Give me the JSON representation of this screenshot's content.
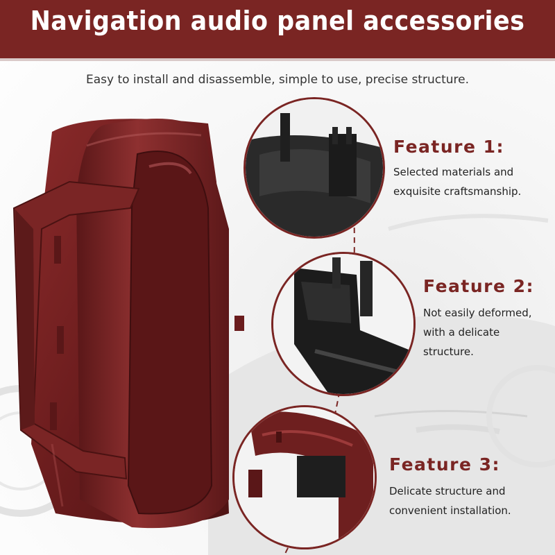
{
  "header": {
    "title": "Navigation audio panel accessories"
  },
  "subtitle": "Easy to install and disassemble, simple to use, precise structure.",
  "features": [
    {
      "title": "Feature 1:",
      "desc_line1": "Selected materials and",
      "desc_line2": "exquisite craftsmanship."
    },
    {
      "title": "Feature 2:",
      "desc_line1": "Not easily deformed,",
      "desc_line2": "with a delicate",
      "desc_line3": "structure."
    },
    {
      "title": "Feature 3:",
      "desc_line1": "Delicate structure and",
      "desc_line2": "convenient installation."
    }
  ],
  "colors": {
    "brand": "#7a2523",
    "panel_wood": "#6e1f1f",
    "text": "#222222"
  }
}
